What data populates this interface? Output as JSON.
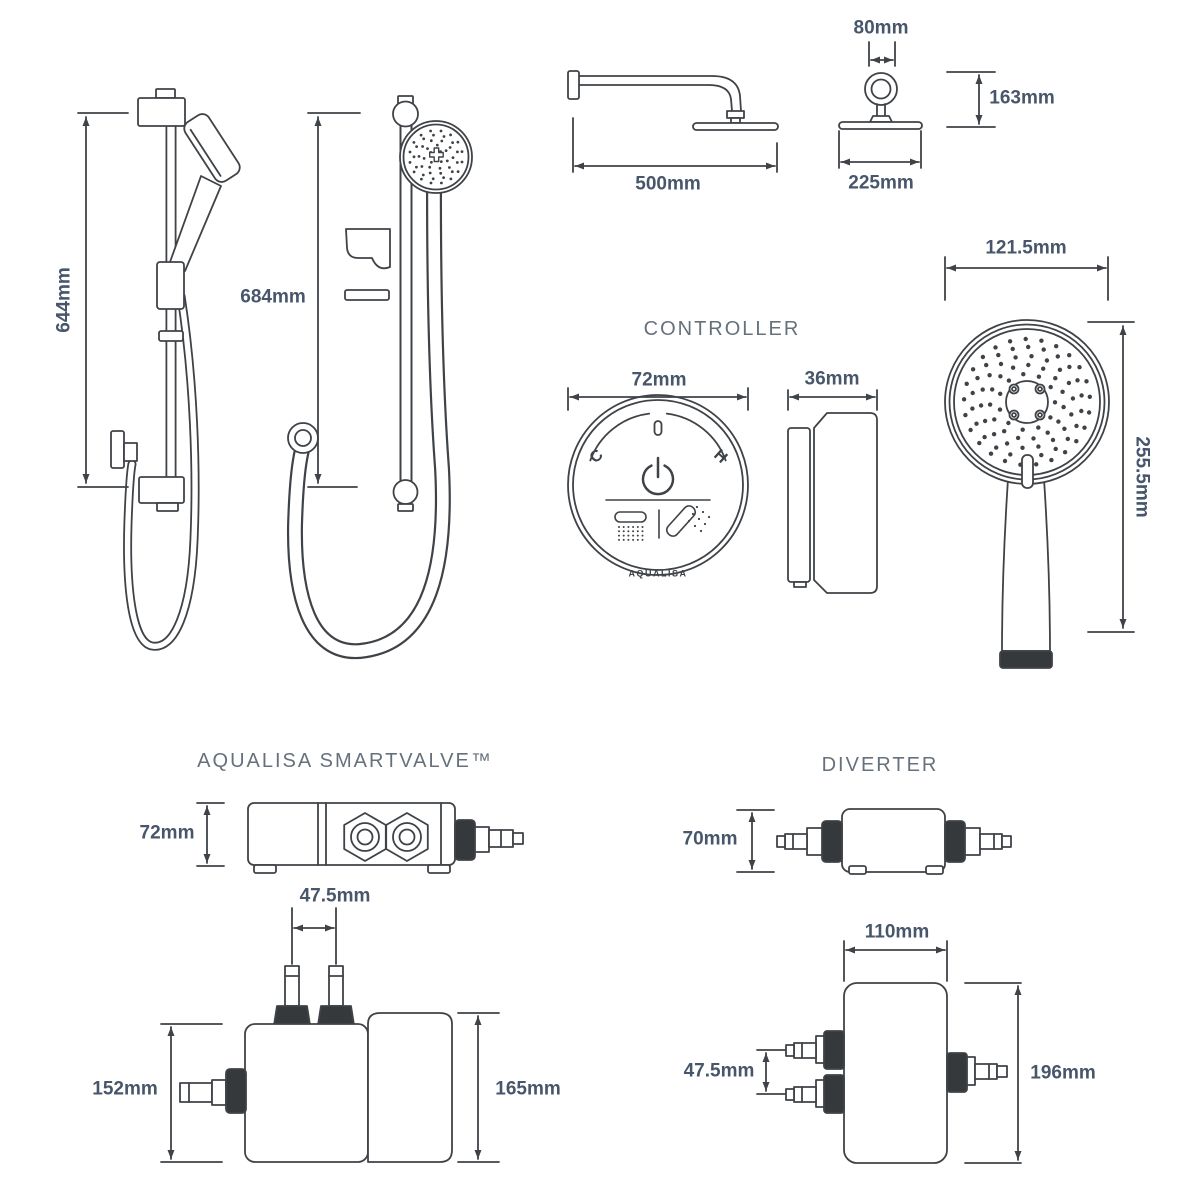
{
  "drawing": {
    "line_color": "#3f4347",
    "dim_text_color": "#47566a",
    "title_color": "#66717b",
    "views": {
      "rail_side": {
        "height": "644mm"
      },
      "rail_front": {
        "height": "684mm"
      },
      "wall_arm_side": {
        "reach": "500mm"
      },
      "fixed_head_front": {
        "rose_width": "80mm",
        "drop": "163mm",
        "head_width": "225mm"
      },
      "controller": {
        "title": "CONTROLLER",
        "width": "72mm",
        "depth": "36mm",
        "cold": "C",
        "hot": "H",
        "brand": "AQUALISA",
        "icons": [
          "power-icon",
          "fixed-head-spray-icon",
          "hand-shower-spray-icon"
        ]
      },
      "hand_shower": {
        "width": "121.5mm",
        "height": "255.5mm"
      },
      "smartvalve": {
        "title": "AQUALISA SMARTVALVE™",
        "body_height": "72mm",
        "inlet_spacing": "47.5mm",
        "height_to_body": "152mm",
        "overall_height": "165mm"
      },
      "diverter": {
        "title": "DIVERTER",
        "body_height": "70mm",
        "body_width": "110mm",
        "inlet_spacing": "47.5mm",
        "overall_height": "196mm"
      }
    }
  }
}
